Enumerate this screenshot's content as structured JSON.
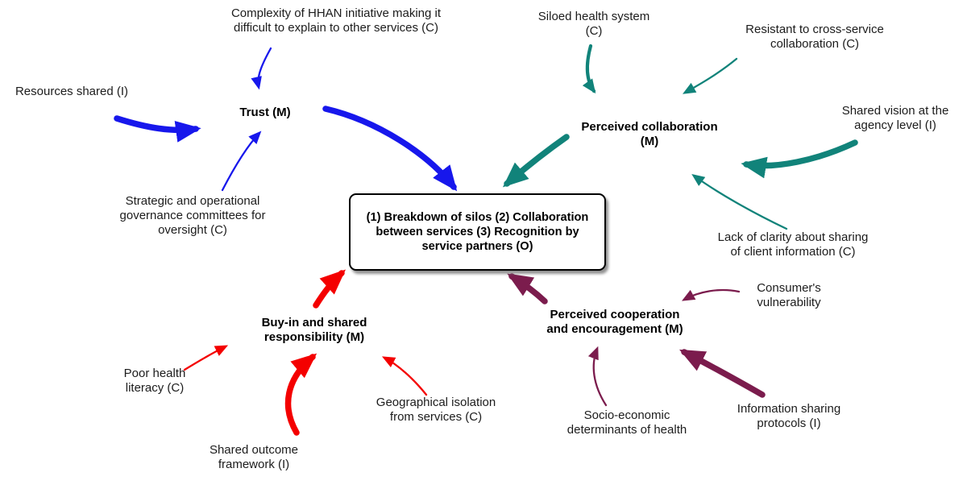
{
  "canvas": {
    "background": "#ffffff"
  },
  "colors": {
    "trust_cluster": "#1717ec",
    "collaboration_cluster": "#11837a",
    "buyin_cluster": "#f40000",
    "cooperation_cluster": "#7b1c4d",
    "text": "#1c1c1c",
    "box_border": "#000000"
  },
  "center_box": {
    "text": "(1) Breakdown of silos (2) Collaboration\nbetween services (3) Recognition by\nservice partners (O)"
  },
  "labels": {
    "complexity": "Complexity of HHAN initiative making it\ndifficult to explain to other services (C)",
    "siloed": "Siloed health system\n(C)",
    "resistant": "Resistant to cross-service\ncollaboration (C)",
    "resources": "Resources shared (I)",
    "trust": "Trust (M)",
    "shared_vision": "Shared vision at the\nagency level (I)",
    "perceived_collaboration": "Perceived collaboration\n(M)",
    "strategic": "Strategic and operational\ngovernance committees for\noversight (C)",
    "lack_clarity": "Lack of clarity about sharing\nof client information (C)",
    "consumer_vulnerability": "Consumer's\nvulnerability",
    "perceived_cooperation": "Perceived cooperation\nand encouragement (M)",
    "buyin": "Buy-in and shared\nresponsibility (M)",
    "poor_health": "Poor health\nliteracy (C)",
    "geographical": "Geographical isolation\nfrom services (C)",
    "socio_economic": "Socio-economic\ndeterminants of health",
    "information_sharing": "Information sharing\nprotocols (I)",
    "shared_outcome": "Shared outcome\nframework (I)"
  },
  "edges": [
    {
      "from": "Resources shared (I)",
      "to": "Trust (M)",
      "cluster": "trust",
      "weight": "strong"
    },
    {
      "from": "Complexity of HHAN initiative making it difficult to explain to other services (C)",
      "to": "Trust (M)",
      "cluster": "trust",
      "weight": "weak"
    },
    {
      "from": "Strategic and operational governance committees for oversight (C)",
      "to": "Trust (M)",
      "cluster": "trust",
      "weight": "weak"
    },
    {
      "from": "Trust (M)",
      "to": "center_box",
      "cluster": "trust",
      "weight": "strong"
    },
    {
      "from": "Siloed health system (C)",
      "to": "Perceived collaboration (M)",
      "cluster": "collaboration",
      "weight": "medium"
    },
    {
      "from": "Resistant to cross-service collaboration (C)",
      "to": "Perceived collaboration (M)",
      "cluster": "collaboration",
      "weight": "weak"
    },
    {
      "from": "Shared vision at the agency level (I)",
      "to": "Perceived collaboration (M)",
      "cluster": "collaboration",
      "weight": "strong"
    },
    {
      "from": "Lack of clarity about sharing of client information (C)",
      "to": "Perceived collaboration (M)",
      "cluster": "collaboration",
      "weight": "weak"
    },
    {
      "from": "Perceived collaboration (M)",
      "to": "center_box",
      "cluster": "collaboration",
      "weight": "strong"
    },
    {
      "from": "Poor health literacy (C)",
      "to": "Buy-in and shared responsibility (M)",
      "cluster": "buyin",
      "weight": "weak"
    },
    {
      "from": "Shared outcome framework (I)",
      "to": "Buy-in and shared responsibility (M)",
      "cluster": "buyin",
      "weight": "strong"
    },
    {
      "from": "Geographical isolation from services (C)",
      "to": "Buy-in and shared responsibility (M)",
      "cluster": "buyin",
      "weight": "weak"
    },
    {
      "from": "Buy-in and shared responsibility (M)",
      "to": "center_box",
      "cluster": "buyin",
      "weight": "strong"
    },
    {
      "from": "Consumer's vulnerability",
      "to": "Perceived cooperation and encouragement (M)",
      "cluster": "cooperation",
      "weight": "weak"
    },
    {
      "from": "Socio-economic determinants of health",
      "to": "Perceived cooperation and encouragement (M)",
      "cluster": "cooperation",
      "weight": "weak"
    },
    {
      "from": "Information sharing protocols (I)",
      "to": "Perceived cooperation and encouragement (M)",
      "cluster": "cooperation",
      "weight": "strong"
    },
    {
      "from": "Perceived cooperation and encouragement (M)",
      "to": "center_box",
      "cluster": "cooperation",
      "weight": "strong"
    }
  ]
}
